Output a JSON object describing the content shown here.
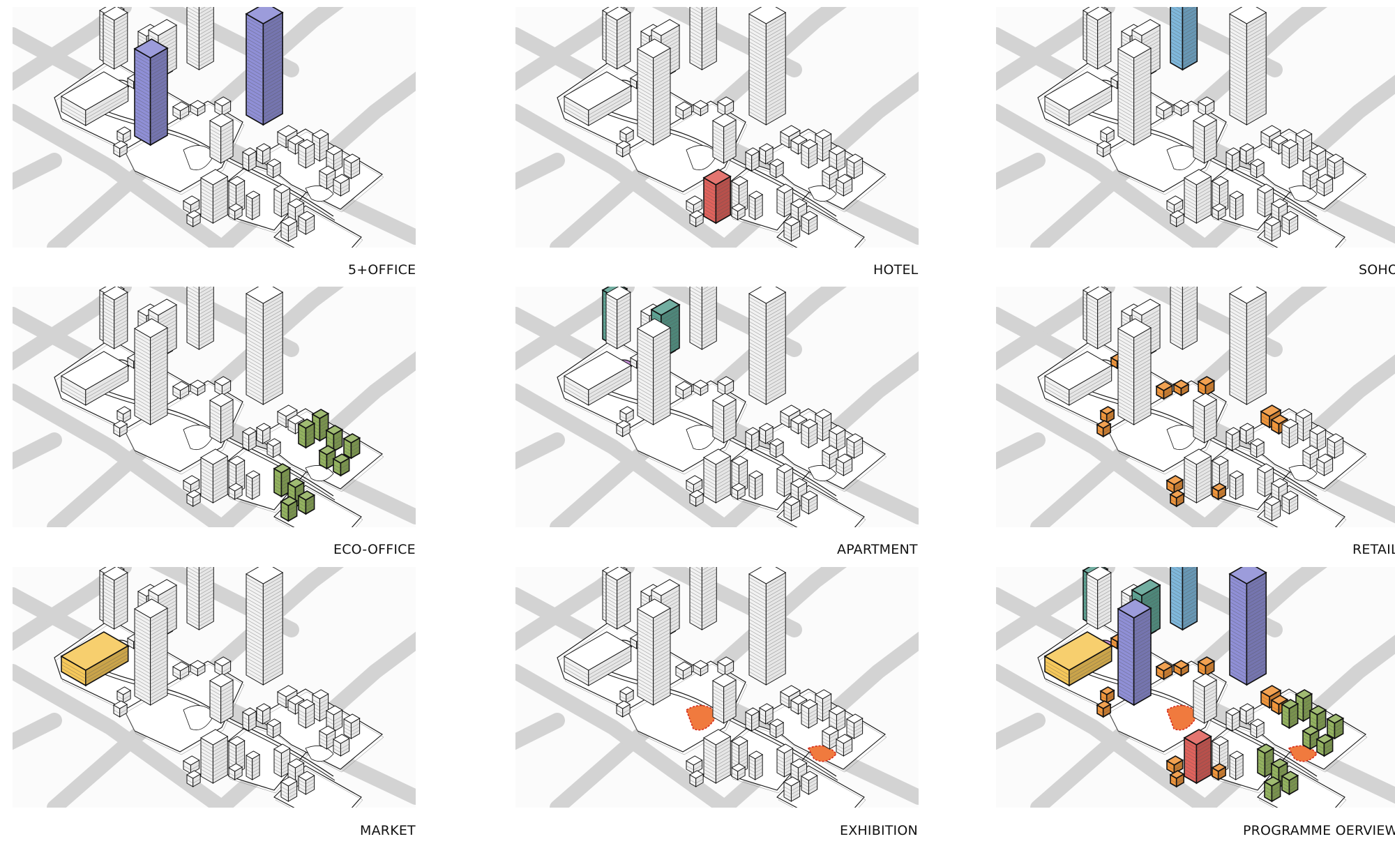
{
  "title": "Programme diagrams",
  "colors": {
    "road": "#d3d3d3",
    "block": "#fbfbfb",
    "plate": "#ffffff",
    "outline": "#111111",
    "office": "#8f8fd6",
    "hotel": "#e0625c",
    "soho": "#7fb8dc",
    "eco_office": "#93b25f",
    "apartment": "#5fa394",
    "apartment_pod": "#c48fd6",
    "retail": "#f0953a",
    "market": "#f6c85a",
    "exhibition": "#f07a3e"
  },
  "panels": [
    {
      "id": "office",
      "label": "5+OFFICE",
      "highlights": [
        "office"
      ]
    },
    {
      "id": "hotel",
      "label": "HOTEL",
      "highlights": [
        "hotel"
      ]
    },
    {
      "id": "soho",
      "label": "SOHO",
      "highlights": [
        "soho"
      ]
    },
    {
      "id": "eco_office",
      "label": "ECO-OFFICE",
      "highlights": [
        "eco_office"
      ]
    },
    {
      "id": "apartment",
      "label": "APARTMENT",
      "highlights": [
        "apartment"
      ]
    },
    {
      "id": "retail",
      "label": "RETAIL",
      "highlights": [
        "retail"
      ]
    },
    {
      "id": "market",
      "label": "MARKET",
      "highlights": [
        "market"
      ]
    },
    {
      "id": "exhibition",
      "label": "EXHIBITION",
      "highlights": [
        "exhibition"
      ]
    },
    {
      "id": "overview",
      "label": "PROGRAMME OERVIEW",
      "highlights": [
        "office",
        "hotel",
        "soho",
        "eco_office",
        "apartment",
        "retail",
        "market",
        "exhibition"
      ]
    }
  ]
}
